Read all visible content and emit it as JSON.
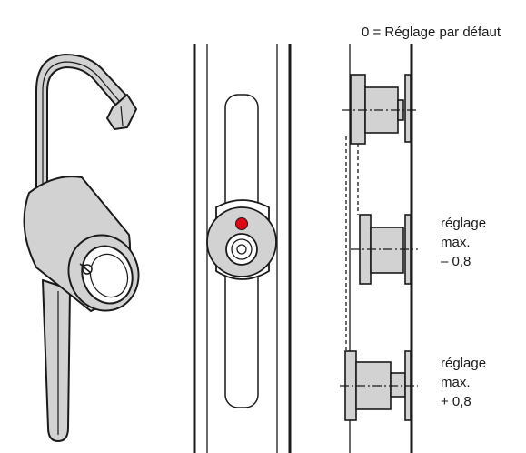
{
  "header": {
    "default_note": "0 = Réglage par défaut"
  },
  "labels": {
    "max_minus": {
      "line1": "réglage",
      "line2": "max.",
      "line3": "– 0,8"
    },
    "max_plus": {
      "line1": "réglage",
      "line2": "max.",
      "line3": "+ 0,8"
    }
  },
  "colors": {
    "part_fill": "#d2d2d2",
    "stroke": "#1a1a1a",
    "indicator": "#e30613"
  },
  "icons": {
    "tool": "hex-key-wrench",
    "mount": "adjustment-eccentric",
    "pins": "hinge-pin"
  }
}
